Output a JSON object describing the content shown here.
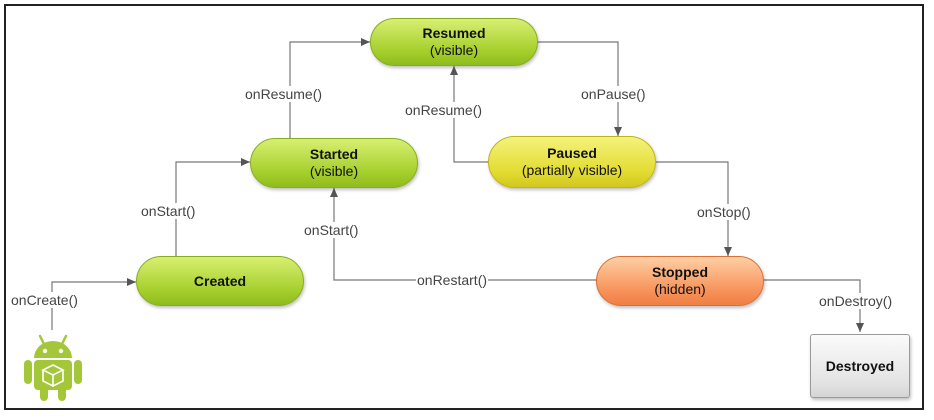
{
  "states": {
    "resumed": {
      "title": "Resumed",
      "subtitle": "(visible)"
    },
    "started": {
      "title": "Started",
      "subtitle": "(visible)"
    },
    "paused": {
      "title": "Paused",
      "subtitle": "(partially visible)"
    },
    "created": {
      "title": "Created"
    },
    "stopped": {
      "title": "Stopped",
      "subtitle": "(hidden)"
    },
    "destroyed": {
      "title": "Destroyed"
    }
  },
  "transitions": {
    "on_create": "onCreate()",
    "on_start_created": "onStart()",
    "on_resume_started": "onResume()",
    "on_pause": "onPause()",
    "on_resume_paused": "onResume()",
    "on_stop": "onStop()",
    "on_restart": "onRestart()",
    "on_start_restart": "onStart()",
    "on_destroy": "onDestroy()"
  },
  "colors": {
    "green_state": "#a5cf2c",
    "yellow_state": "#e2dc32",
    "orange_state": "#f7935a",
    "gray_state": "#e2e2e2",
    "android_green": "#a4c639",
    "edge": "#666666"
  },
  "icons": {
    "start": "android-robot-icon"
  }
}
